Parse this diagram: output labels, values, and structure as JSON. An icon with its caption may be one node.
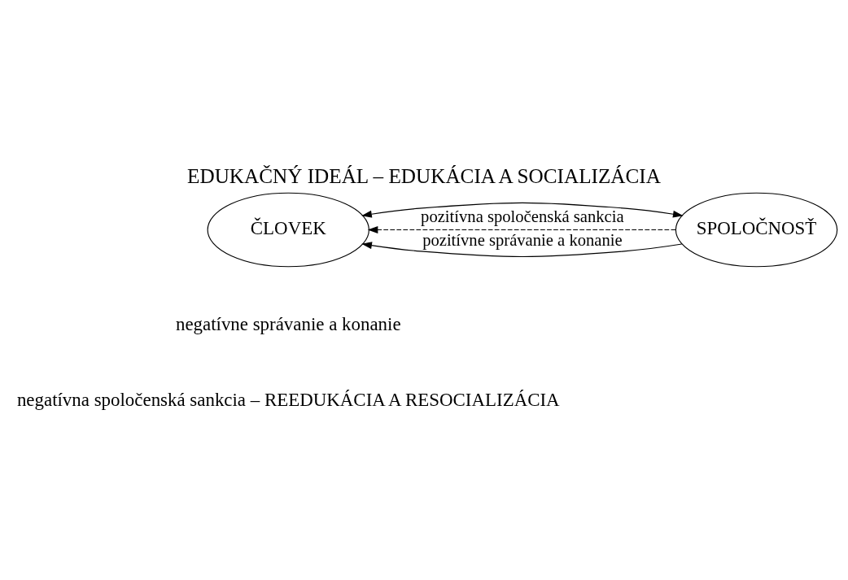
{
  "diagram": {
    "title": "EDUKAČNÝ IDEÁL – EDUKÁCIA A SOCIALIZÁCIA",
    "caption": "negatívna spoločenská sankcia – REEDUKÁCIA A RESOCIALIZÁCIA",
    "nodes": [
      {
        "text": [
          "ČLOVEK"
        ]
      },
      {
        "text": [
          "SPOLOČNOSŤ"
        ]
      }
    ],
    "edges": [
      {
        "from": 1,
        "to": 0,
        "arrow": "to",
        "label": "pozitívne správanie a konanie"
      },
      {
        "from": 0,
        "to": 1,
        "arrow": "both"
      },
      {
        "from": 1,
        "to": 0,
        "arrow": "to",
        "label": "pozitívna spoločenská sankcia",
        "style": "dashed"
      }
    ],
    "labels": [
      "negatívne správanie a konanie"
    ]
  }
}
